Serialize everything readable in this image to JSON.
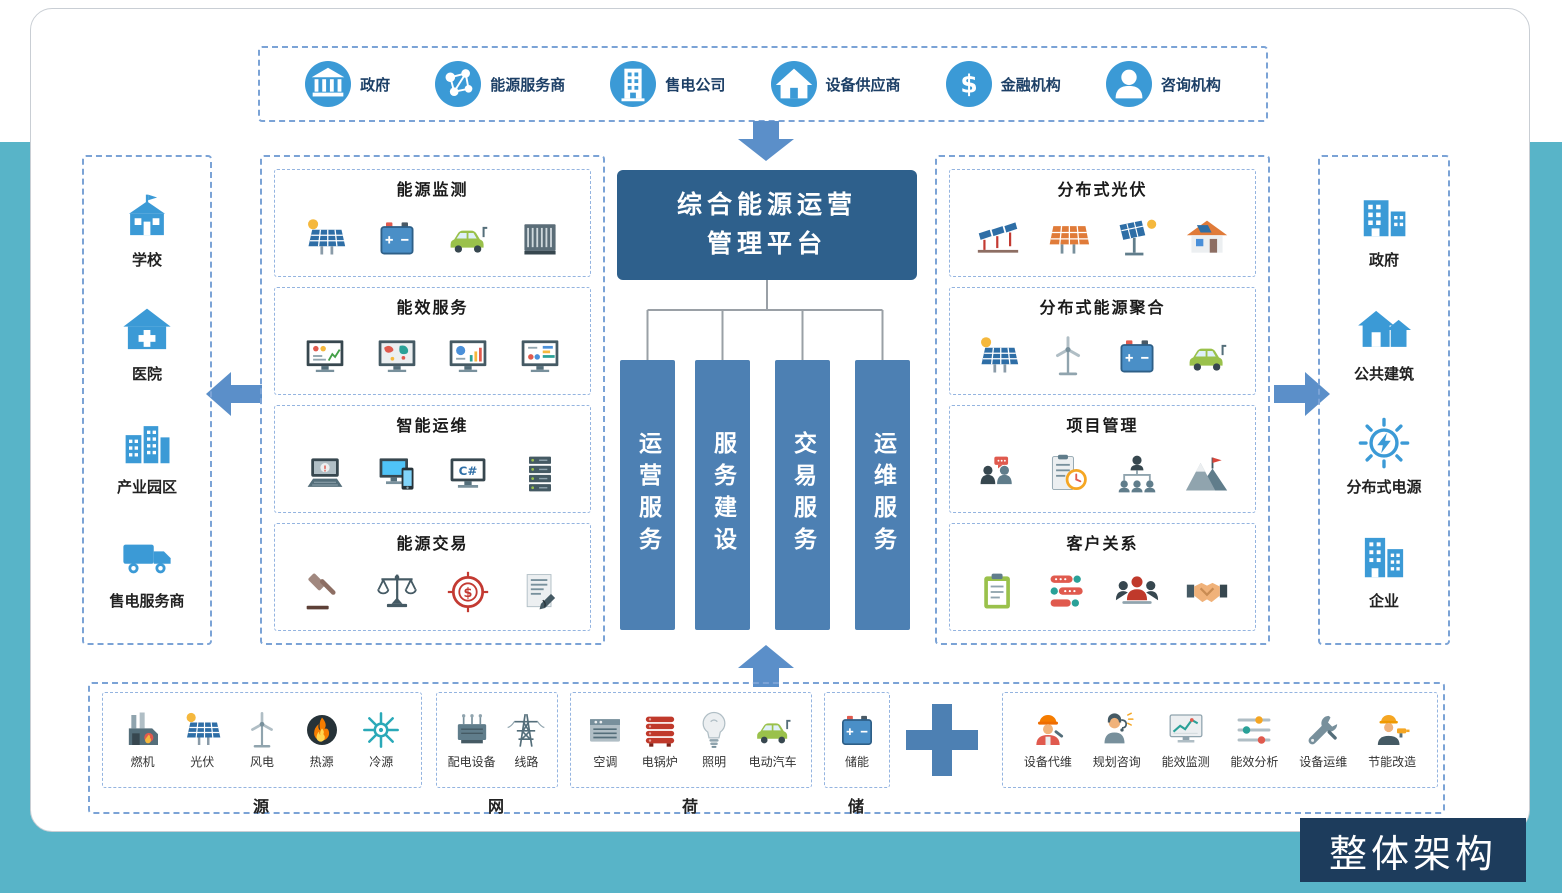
{
  "badge": {
    "label": "整体架构"
  },
  "top_stakeholders": {
    "items": [
      {
        "label": "政府",
        "icon": "bank"
      },
      {
        "label": "能源服务商",
        "icon": "network"
      },
      {
        "label": "售电公司",
        "icon": "office-building"
      },
      {
        "label": "设备供应商",
        "icon": "house"
      },
      {
        "label": "金融机构",
        "icon": "dollar"
      },
      {
        "label": "咨询机构",
        "icon": "person"
      }
    ]
  },
  "left_users": {
    "items": [
      {
        "label": "学校",
        "icon": "school"
      },
      {
        "label": "医院",
        "icon": "hospital"
      },
      {
        "label": "产业园区",
        "icon": "industrial-park"
      },
      {
        "label": "售电服务商",
        "icon": "delivery-truck"
      }
    ]
  },
  "right_users": {
    "items": [
      {
        "label": "政府",
        "icon": "government-buildings"
      },
      {
        "label": "公共建筑",
        "icon": "public-buildings"
      },
      {
        "label": "分布式电源",
        "icon": "distributed-power"
      },
      {
        "label": "企业",
        "icon": "enterprise-buildings"
      }
    ]
  },
  "platform": {
    "title_line1": "综合能源运营",
    "title_line2": "管理平台",
    "pillars": [
      {
        "label": "运营服务"
      },
      {
        "label": "服务建设"
      },
      {
        "label": "交易服务"
      },
      {
        "label": "运维服务"
      }
    ]
  },
  "left_groups": [
    {
      "title": "能源监测",
      "icons": [
        "solar-panel",
        "battery",
        "electric-car",
        "generator"
      ]
    },
    {
      "title": "能效服务",
      "icons": [
        "monitor-chart",
        "map-chart",
        "bar-chart",
        "stats-board"
      ]
    },
    {
      "title": "智能运维",
      "icons": [
        "laptop",
        "monitor-phone",
        "csharp-screen",
        "server-rack"
      ]
    },
    {
      "title": "能源交易",
      "icons": [
        "gavel",
        "scales",
        "dollar-target",
        "contract"
      ]
    }
  ],
  "right_groups": [
    {
      "title": "分布式光伏",
      "icons": [
        "solar-farm",
        "solar-array",
        "solar-tracker",
        "solar-roof-house"
      ]
    },
    {
      "title": "分布式能源聚合",
      "icons": [
        "solar-panel",
        "wind-turbine",
        "battery",
        "electric-car"
      ]
    },
    {
      "title": "项目管理",
      "icons": [
        "meeting",
        "task-clock",
        "org-chart",
        "mountain-flag"
      ]
    },
    {
      "title": "客户关系",
      "icons": [
        "clipboard",
        "chat-bubbles",
        "customer-group",
        "handshake"
      ]
    }
  ],
  "bottom": {
    "groups": [
      {
        "label": "源",
        "items": [
          {
            "label": "燃机",
            "icon": "gas-plant"
          },
          {
            "label": "光伏",
            "icon": "solar-panel"
          },
          {
            "label": "风电",
            "icon": "wind-turbine"
          },
          {
            "label": "热源",
            "icon": "heat-source"
          },
          {
            "label": "冷源",
            "icon": "cold-source"
          }
        ]
      },
      {
        "label": "网",
        "items": [
          {
            "label": "配电设备",
            "icon": "transformer"
          },
          {
            "label": "线路",
            "icon": "power-line"
          }
        ]
      },
      {
        "label": "荷",
        "items": [
          {
            "label": "空调",
            "icon": "air-conditioner"
          },
          {
            "label": "电锅炉",
            "icon": "electric-boiler"
          },
          {
            "label": "照明",
            "icon": "light-bulb"
          },
          {
            "label": "电动汽车",
            "icon": "electric-car"
          }
        ]
      },
      {
        "label": "储",
        "items": [
          {
            "label": "储能",
            "icon": "battery"
          }
        ]
      }
    ],
    "services": {
      "items": [
        {
          "label": "设备代维",
          "icon": "maintenance-worker"
        },
        {
          "label": "规划咨询",
          "icon": "consultant"
        },
        {
          "label": "能效监测",
          "icon": "efficiency-monitor"
        },
        {
          "label": "能效分析",
          "icon": "efficiency-analysis"
        },
        {
          "label": "设备运维",
          "icon": "wrench-tools"
        },
        {
          "label": "节能改造",
          "icon": "retrofit-worker"
        }
      ]
    }
  },
  "colors": {
    "teal_band": "#58b4c8",
    "platform_dark_blue": "#2e608c",
    "pillar_blue": "#4d80b3",
    "arrow_blue": "#5b8fc9",
    "dashed_border": "#7ba3d6",
    "icon_blue": "#3b9ad6",
    "badge_navy": "#1d3c5c"
  }
}
